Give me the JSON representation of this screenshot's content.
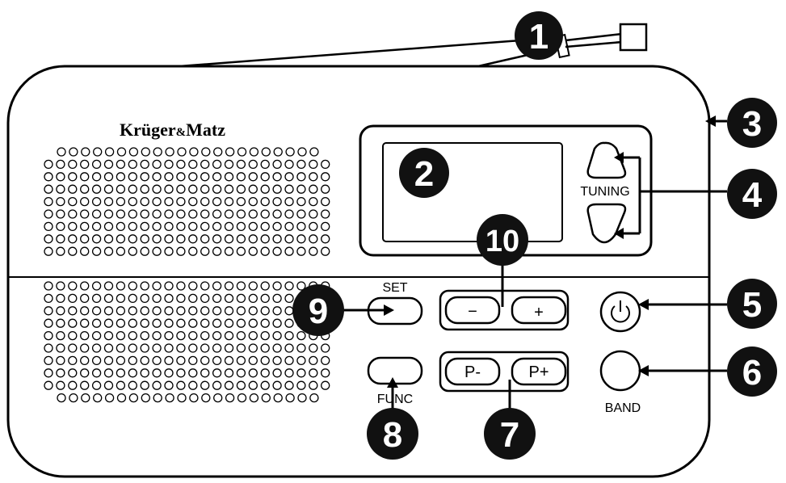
{
  "brand": {
    "part1": "Krüger",
    "amp": "&",
    "part2": "Matz"
  },
  "labels": {
    "tuning": "TUNING",
    "set": "SET",
    "func": "FUNC",
    "band": "BAND",
    "preset_down": "P-",
    "preset_up": "P+",
    "volume_down": "−",
    "volume_up": "+"
  },
  "callouts": [
    "1",
    "2",
    "3",
    "4",
    "5",
    "6",
    "7",
    "8",
    "9",
    "10"
  ],
  "icons": {
    "power": "power-icon",
    "tune_up": "triangle-up-icon",
    "tune_down": "triangle-down-icon"
  }
}
